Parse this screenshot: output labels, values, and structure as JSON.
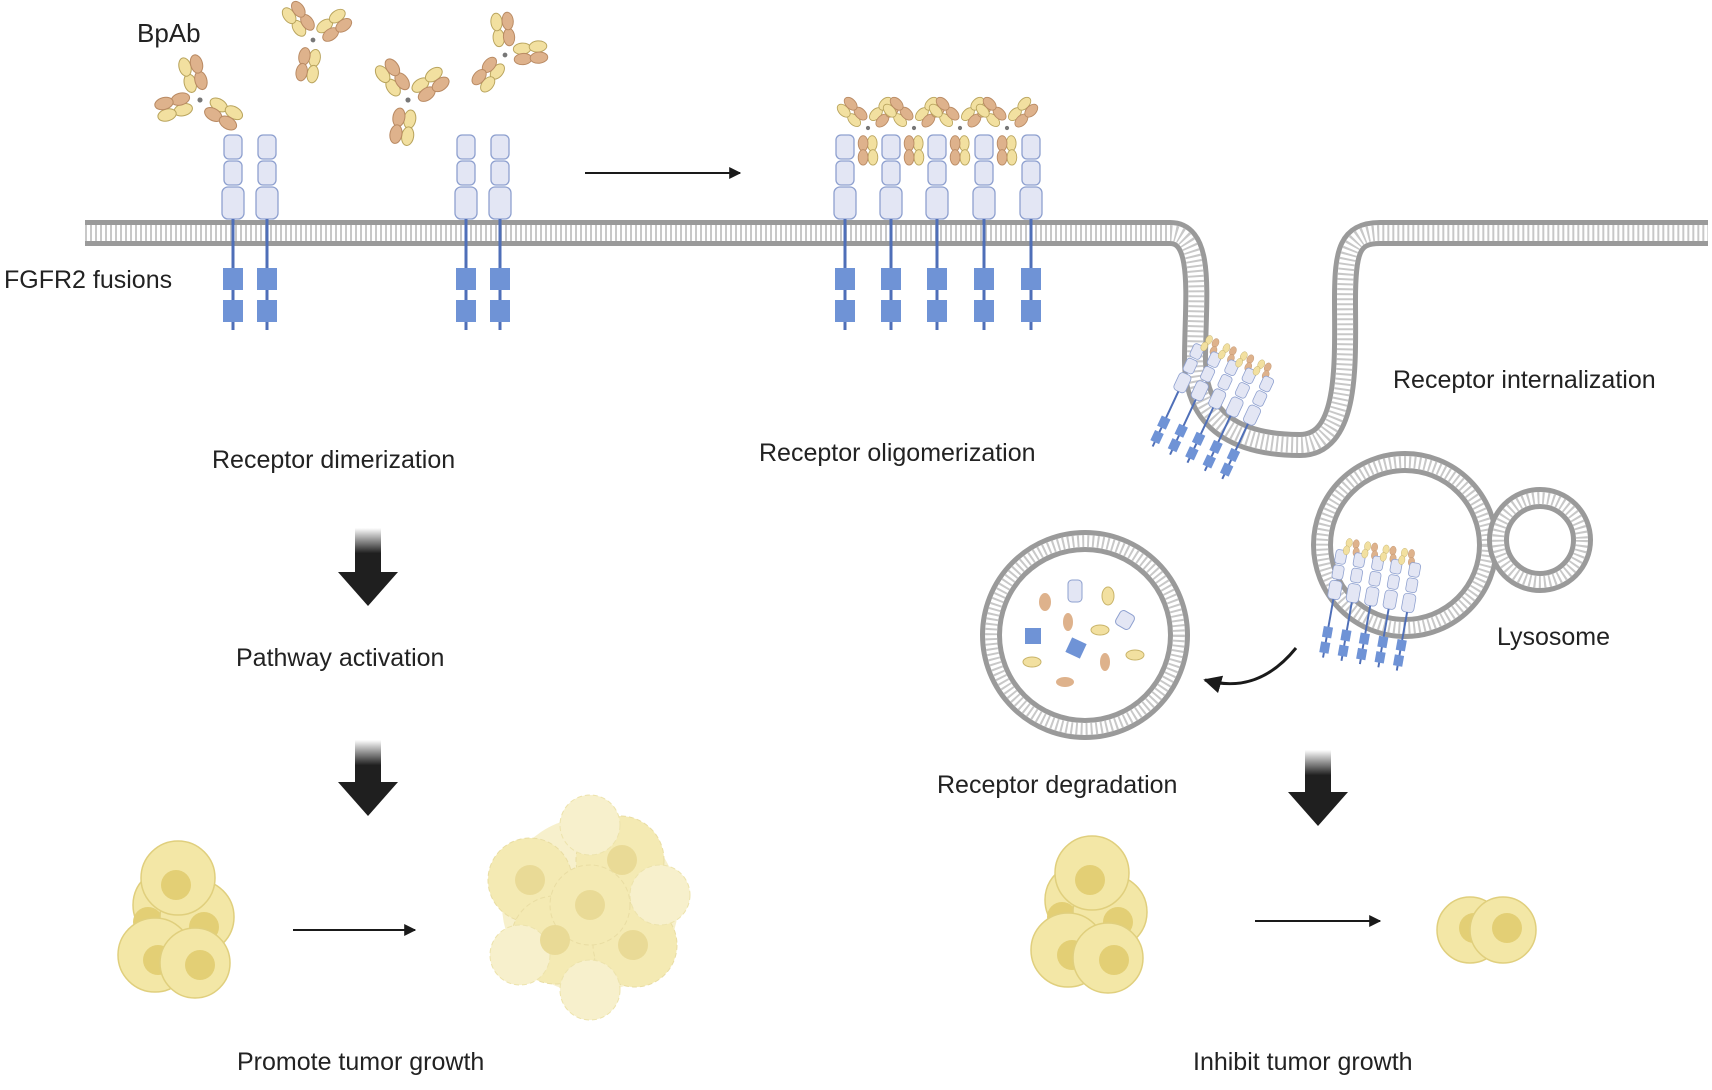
{
  "labels": {
    "antibody": "BpAb",
    "receptor": "FGFR2 fusions",
    "dimerization": "Receptor dimerization",
    "oligomerization": "Receptor oligomerization",
    "internalization": "Receptor internalization",
    "pathway": "Pathway activation",
    "lysosome": "Lysosome",
    "degradation": "Receptor degradation",
    "promote": "Promote tumor growth",
    "inhibit": "Inhibit tumor growth"
  },
  "colors": {
    "membrane": "#8a8a8a",
    "receptor_ecd": "#e3e6f4",
    "receptor_kinase": "#6f93d6",
    "receptor_stalk": "#4f6fb8",
    "antibody_light": "#f2e0a0",
    "antibody_heavy": "#deb28c",
    "cell_fill": "#f3e7a6",
    "cell_nucleus": "#e3cf75",
    "arrow": "#1a1a1a"
  }
}
